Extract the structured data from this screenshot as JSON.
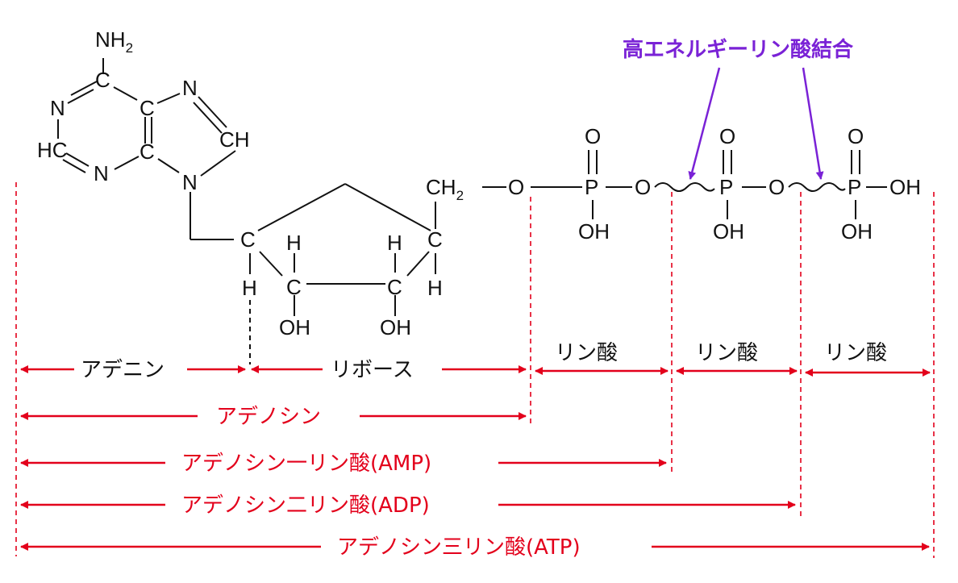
{
  "colors": {
    "red": "#e3001b",
    "purple": "#7a22d6",
    "black": "#111111"
  },
  "title": "高エネルギーリン酸結合",
  "molecule": {
    "amino": {
      "base": "NH",
      "sub": "2"
    },
    "n": "N",
    "c": "C",
    "h": "H",
    "ch": "CH",
    "hc": "HC",
    "oh": "OH",
    "o": "O",
    "p": "P",
    "ch2": {
      "base": "CH",
      "sub": "2"
    }
  },
  "labels": {
    "adenine": "アデニン",
    "ribose": "リボース",
    "phosphate": "リン酸",
    "adenosine": "アデノシン",
    "amp": "アデノシン一リン酸(AMP)",
    "adp": "アデノシン二リン酸(ADP)",
    "atp": "アデノシン三リン酸(ATP)"
  }
}
